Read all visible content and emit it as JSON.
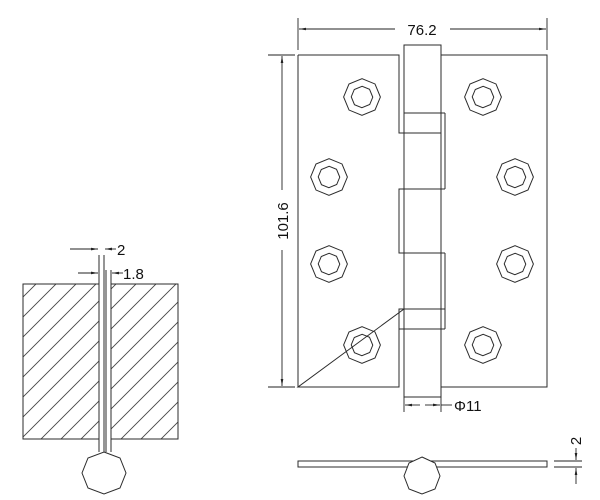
{
  "drawing": {
    "title": "Butt hinge technical drawing",
    "views": [
      "front-view",
      "section-view",
      "top-view"
    ],
    "dimensions": {
      "width": "76.2",
      "height": "101.6",
      "knuckle_diameter": "Φ11",
      "section_gap": "2",
      "section_thickness": "1.8",
      "leaf_thickness": "2"
    },
    "screw_holes": 8,
    "knuckles": 5,
    "colors": {
      "line": "#2b2b2b",
      "background": "#ffffff"
    }
  }
}
